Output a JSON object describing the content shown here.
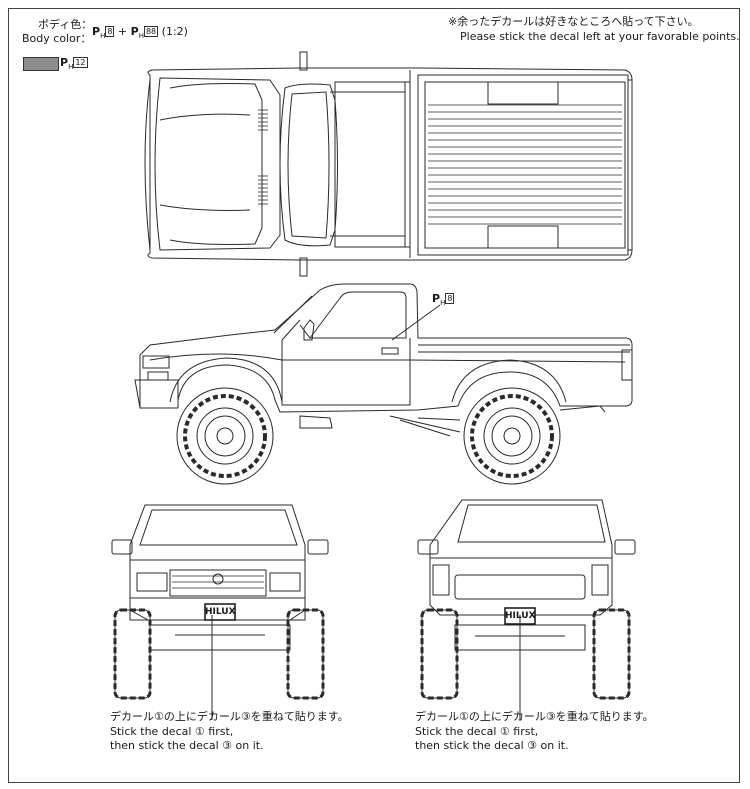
{
  "header": {
    "body_color_jp": "ボディ色：",
    "body_color_en": "Body color：",
    "body_color_formula": [
      "P",
      "H",
      "8",
      "+",
      "P",
      "H",
      "88",
      "(1:2)"
    ],
    "note_jp": "※余ったデカールは好きなところへ貼って下さい。",
    "note_en": "Please stick the decal left at your favorable points."
  },
  "swatch": {
    "color": "#8d8d8d",
    "code_letter": "P",
    "code_sub": "H",
    "code_num": "12"
  },
  "side_callout": {
    "code_letter": "P",
    "code_sub": "H",
    "code_num": "8"
  },
  "plates": {
    "front": "HILUX",
    "rear": "HILUX"
  },
  "instructions": {
    "front": {
      "jp": "デカール①の上にデカール③を重ねて貼ります。",
      "en1": "Stick the decal ① first,",
      "en2": "then stick the decal ③ on it."
    },
    "rear": {
      "jp": "デカール①の上にデカール③を重ねて貼ります。",
      "en1": "Stick the decal ① first,",
      "en2": "then stick the decal ③ on it."
    }
  }
}
